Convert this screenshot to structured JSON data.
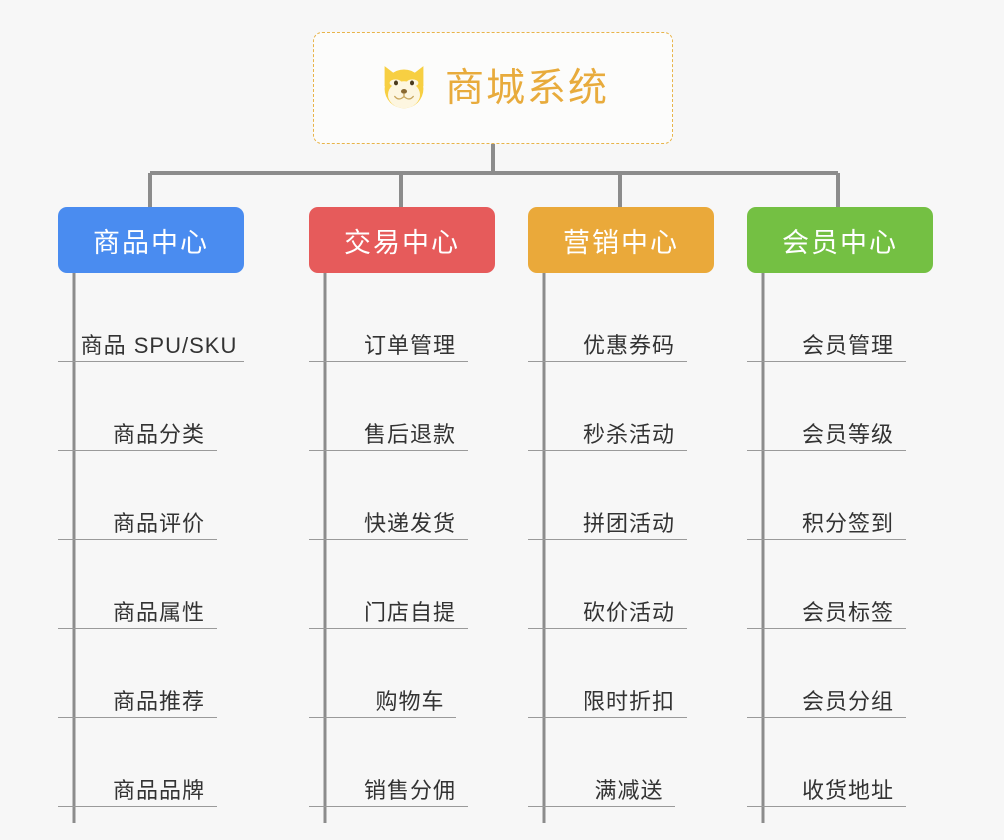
{
  "page": {
    "background_color": "#f7f7f7",
    "connector_color": "#8c8c8c",
    "leaf_rule_color": "#9a9a9a",
    "leaf_text_color": "#333333"
  },
  "root": {
    "icon": "dog-face-icon",
    "title": "商城系统",
    "title_color": "#e8ab3c",
    "border_color": "#e8b44a",
    "background_color": "#fcfcfb"
  },
  "columns": [
    {
      "id": "product-center",
      "title": "商品中心",
      "color": "#4a8cf0",
      "items": [
        "商品 SPU/SKU",
        "商品分类",
        "商品评价",
        "商品属性",
        "商品推荐",
        "商品品牌"
      ]
    },
    {
      "id": "trade-center",
      "title": "交易中心",
      "color": "#e65b5b",
      "items": [
        "订单管理",
        "售后退款",
        "快递发货",
        "门店自提",
        "购物车",
        "销售分佣"
      ]
    },
    {
      "id": "marketing-center",
      "title": "营销中心",
      "color": "#eaa93a",
      "items": [
        "优惠券码",
        "秒杀活动",
        "拼团活动",
        "砍价活动",
        "限时折扣",
        "满减送"
      ]
    },
    {
      "id": "member-center",
      "title": "会员中心",
      "color": "#74c043",
      "items": [
        "会员管理",
        "会员等级",
        "积分签到",
        "会员标签",
        "会员分组",
        "收货地址"
      ]
    }
  ]
}
